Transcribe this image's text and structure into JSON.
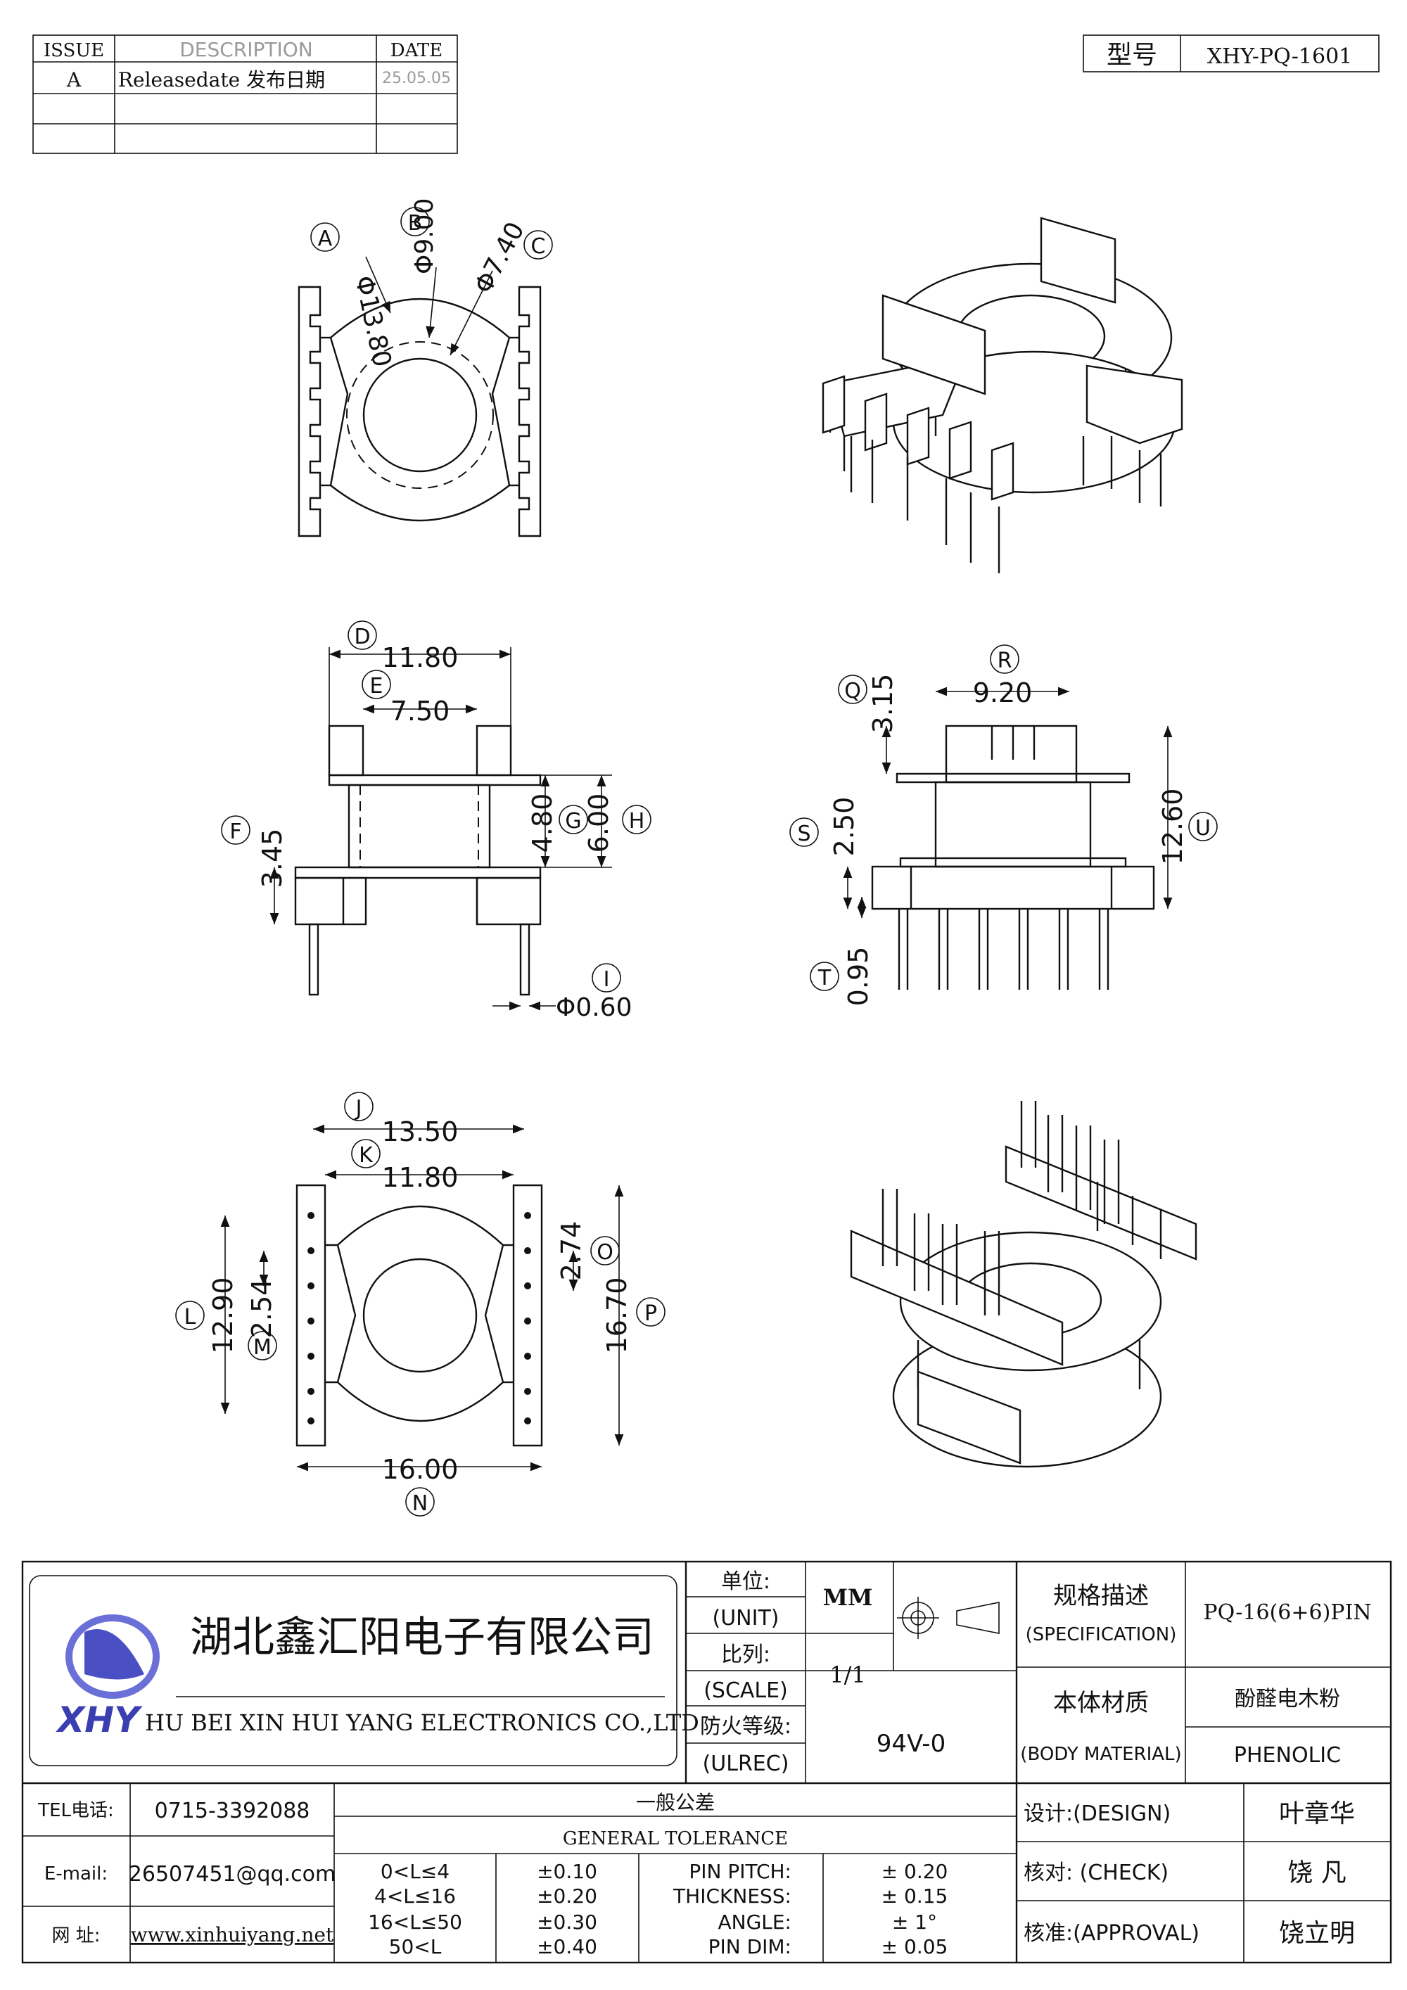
{
  "revision_table": {
    "headers": [
      "ISSUE",
      "DESCRIPTION",
      "DATE"
    ],
    "rows": [
      [
        "A",
        "Releasedate 发布日期",
        "25.05.05"
      ]
    ]
  },
  "model": {
    "label": "型号",
    "value": "XHY-PQ-1601"
  },
  "dimensions": {
    "A": "Φ13.80",
    "B": "Φ9.00",
    "C": "Φ7.40",
    "D": "11.80",
    "E": "7.50",
    "F": "3.45",
    "G": "4.80",
    "H": "6.00",
    "I": "Φ0.60",
    "Q": "3.15",
    "R": "9.20",
    "S": "2.50",
    "T": "0.95",
    "U": "12.60",
    "J": "13.50",
    "K": "11.80",
    "L": "12.90",
    "M": "2.54",
    "O": "2.74",
    "P": "16.70",
    "N": "16.00"
  },
  "markers": [
    "A",
    "B",
    "C",
    "D",
    "E",
    "F",
    "G",
    "H",
    "I",
    "Q",
    "R",
    "S",
    "T",
    "U",
    "J",
    "K",
    "L",
    "M",
    "O",
    "P",
    "N"
  ],
  "company": {
    "name_cn": "湖北鑫汇阳电子有限公司",
    "name_en": "HU BEI XIN HUI YANG ELECTRONICS CO.,LTD",
    "logo_text": "XHY"
  },
  "title_block": {
    "unit_cn": "单位:",
    "unit_en": "(UNIT)",
    "unit_value": "MM",
    "scale_cn": "比列:",
    "scale_en": "(SCALE)",
    "scale_value": "1/1",
    "fire_cn": "防火等级:",
    "fire_en": "(ULREC)",
    "fire_value": "94V-0",
    "spec_cn": "规格描述",
    "spec_en": "(SPECIFICATION)",
    "spec_value": "PQ-16(6+6)PIN",
    "material_cn": "本体材质",
    "material_en": "(BODY MATERIAL)",
    "material_value_cn": "酚醛电木粉",
    "material_value_en": "PHENOLIC"
  },
  "contact": {
    "tel_label": "TEL电话:",
    "tel": "0715-3392088",
    "email_label": "E-mail:",
    "email": "26507451@qq.com",
    "web_label": "网  址:",
    "web": "www.xinhuiyang.net"
  },
  "tolerance": {
    "title_cn": "一般公差",
    "title_en": "GENERAL TOLERANCE",
    "ranges": [
      {
        "range": "0<L≤4",
        "tol": "±0.10"
      },
      {
        "range": "4<L≤16",
        "tol": "±0.20"
      },
      {
        "range": "16<L≤50",
        "tol": "±0.30"
      },
      {
        "range": "50<L",
        "tol": "±0.40"
      }
    ],
    "others": [
      {
        "name": "PIN PITCH:",
        "tol": "± 0.20"
      },
      {
        "name": "THICKNESS:",
        "tol": "± 0.15"
      },
      {
        "name": "ANGLE:",
        "tol": "± 1°"
      },
      {
        "name": "PIN DIM:",
        "tol": "± 0.05"
      }
    ]
  },
  "approvals": [
    {
      "label": "设计:(DESIGN)",
      "name": "叶章华"
    },
    {
      "label": "核对: (CHECK)",
      "name": "饶  凡"
    },
    {
      "label": "核准:(APPROVAL)",
      "name": "饶立明"
    }
  ]
}
